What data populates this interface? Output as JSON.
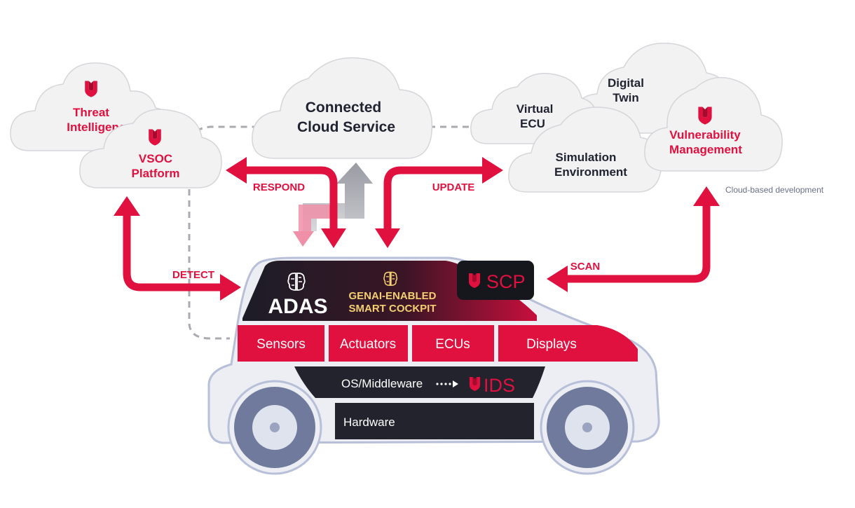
{
  "clouds": {
    "threat_intelligence": {
      "line1": "Threat",
      "line2": "Intelligence"
    },
    "vsoc_platform": {
      "line1": "VSOC",
      "line2": "Platform"
    },
    "connected_cloud": {
      "line1": "Connected",
      "line2": "Cloud Service"
    },
    "virtual_ecu": {
      "line1": "Virtual",
      "line2": "ECU"
    },
    "digital_twin": {
      "line1": "Digital",
      "line2": "Twin"
    },
    "simulation_env": {
      "line1": "Simulation",
      "line2": "Environment"
    },
    "vulnerability_mgmt": {
      "line1": "Vulnerability",
      "line2": "Management"
    }
  },
  "arrows": {
    "respond": "RESPOND",
    "update": "UPDATE",
    "detect": "DETECT",
    "scan": "SCAN"
  },
  "note": "Cloud-based development",
  "vehicle": {
    "adas": "ADAS",
    "cockpit_line1": "GENAI-ENABLED",
    "cockpit_line2": "SMART COCKPIT",
    "scp": "SCP",
    "components": [
      "Sensors",
      "Actuators",
      "ECUs",
      "Displays"
    ],
    "os_middleware": "OS/Middleware",
    "ids": "IDS",
    "hardware": "Hardware"
  },
  "colors": {
    "brand_red": "#e0103f",
    "dark_navy": "#1f2230",
    "cloud_fill": "#f2f2f3",
    "cockpit_gold": "#f3cf72"
  },
  "icons": [
    "shield-logo-icon",
    "brain-circuit-icon",
    "dotted-arrow-icon"
  ]
}
